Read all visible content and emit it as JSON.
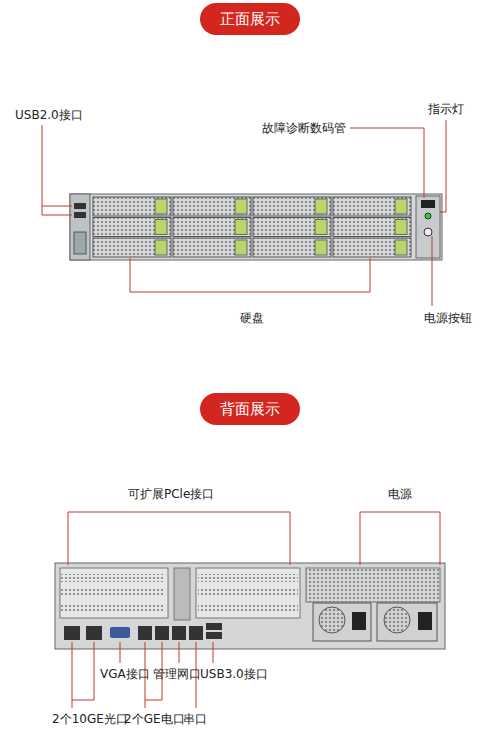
{
  "diagram": {
    "nodes": [
      {
        "text": [
          "正面展示"
        ]
      },
      {
        "text": [
          "背面展示"
        ]
      }
    ],
    "labels": [
      "USB2.0接口",
      "故障诊断数码管",
      "指示灯",
      "硬盘",
      "电源按钮",
      "可扩展PCle接口",
      "电源",
      "VGA接口",
      "管理网口",
      "USB3.0接口",
      "2个10GE光口",
      "2个GE电口",
      "串口"
    ]
  }
}
